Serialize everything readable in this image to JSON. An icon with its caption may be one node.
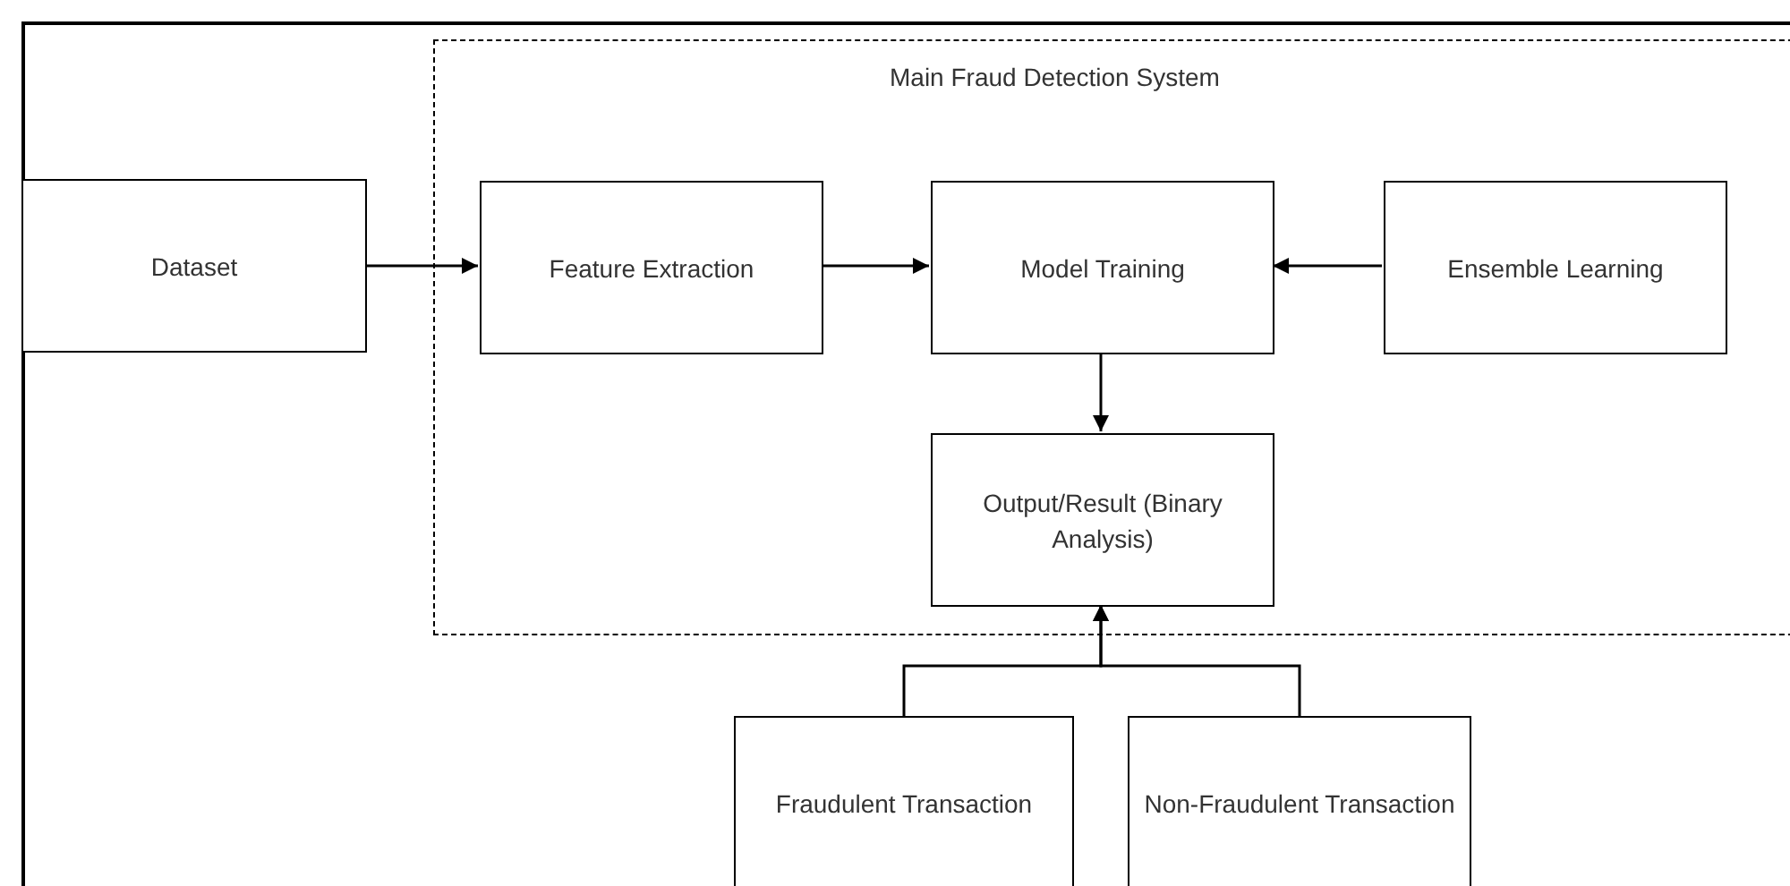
{
  "diagram": {
    "nodes": [
      {
        "text": [
          "Dataset"
        ]
      },
      {
        "text": [
          "Main Fraud Detection System"
        ]
      },
      {
        "text": [
          "Feature Extraction"
        ],
        "in": 1
      },
      {
        "text": [
          "Model Training"
        ],
        "in": 1
      },
      {
        "text": [
          "Ensemble Learning"
        ],
        "in": 1
      },
      {
        "text": [
          "Output/Result (Binary Analysis)"
        ],
        "in": 1
      },
      {
        "text": [
          "Fraudulent Transaction"
        ]
      },
      {
        "text": [
          "Non-Fraudulent Transaction"
        ]
      }
    ],
    "edges": [
      {
        "from": 0,
        "to": 2,
        "arrow": "to"
      },
      {
        "from": 2,
        "to": 3,
        "arrow": "to"
      },
      {
        "from": 4,
        "to": 3,
        "arrow": "to"
      },
      {
        "from": 3,
        "to": 5,
        "arrow": "to"
      },
      {
        "from": 6,
        "to": 5,
        "arrow": "to"
      },
      {
        "from": 7,
        "to": 5,
        "arrow": "to"
      }
    ]
  }
}
